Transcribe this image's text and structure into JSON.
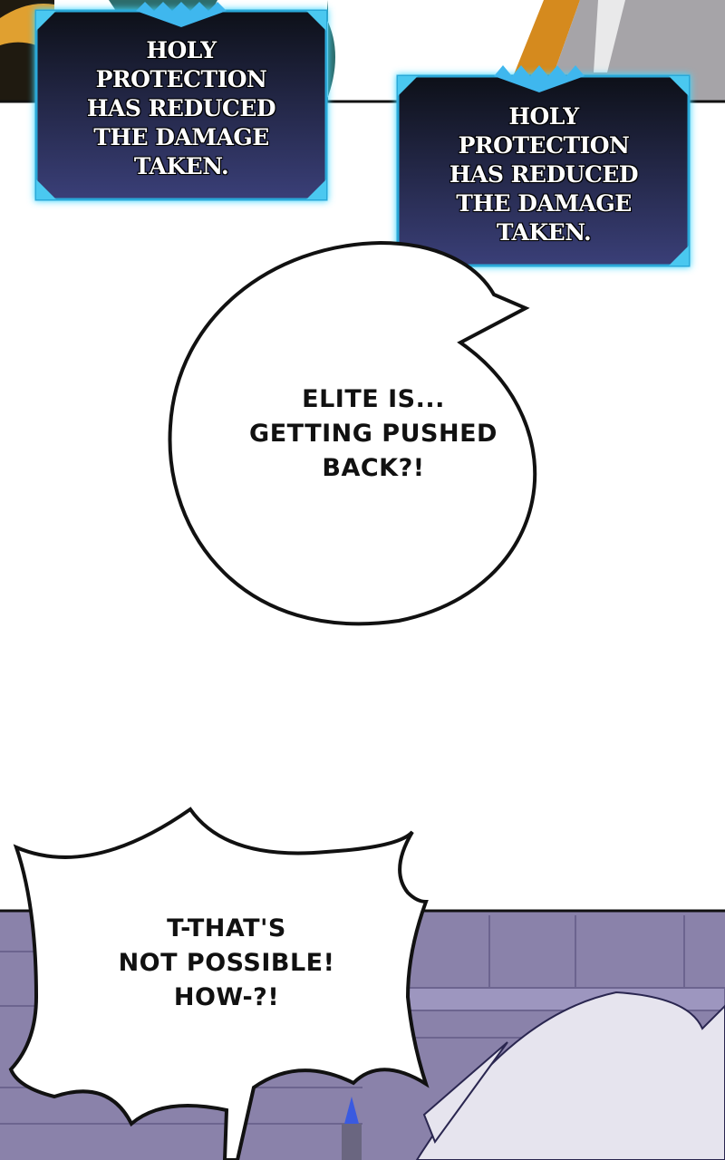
{
  "system_messages": [
    {
      "lines": [
        "HOLY",
        "PROTECTION",
        "HAS REDUCED",
        "THE DAMAGE",
        "TAKEN."
      ]
    },
    {
      "lines": [
        "HOLY",
        "PROTECTION",
        "HAS REDUCED",
        "THE DAMAGE",
        "TAKEN."
      ]
    }
  ],
  "speech_bubbles": [
    {
      "lines": [
        "ELITE IS...",
        "GETTING PUSHED",
        "BACK?!"
      ]
    },
    {
      "lines": [
        "T-THAT'S",
        "NOT POSSIBLE!",
        "HOW-?!"
      ]
    }
  ],
  "colors": {
    "box_glow": "#3fd8ff",
    "box_top": "#0d1018",
    "box_bottom": "#3a3f78",
    "wall": "#8a82aa"
  }
}
